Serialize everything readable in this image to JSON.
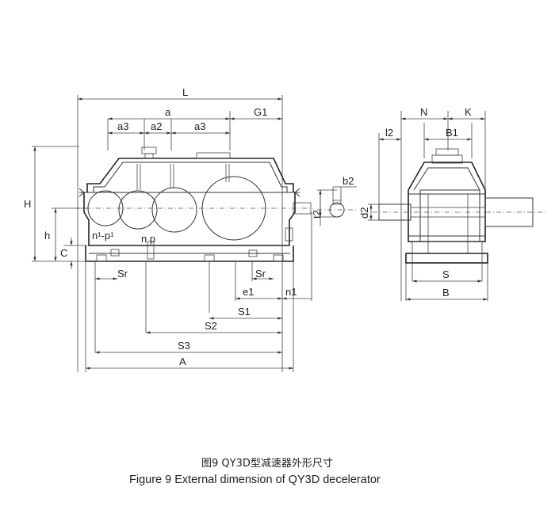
{
  "labels": {
    "L": "L",
    "a": "a",
    "a3_left": "a3",
    "a2": "a2",
    "a3_right": "a3",
    "G1": "G1",
    "H": "H",
    "h": "h",
    "C": "C",
    "n1_p1": "n¹-p¹",
    "n_p": "n p",
    "Sr_left": "Sr",
    "Sr_right": "Sr",
    "e1": "e1",
    "n1": "n1",
    "S1": "S1",
    "S2": "S2",
    "S3": "S3",
    "A": "A",
    "b2": "b2",
    "t2": "t2",
    "d2": "d2",
    "N": "N",
    "K": "K",
    "l2": "l2",
    "B1": "B1",
    "S": "S",
    "B": "B"
  },
  "caption": {
    "cn": "图9 QY3D型减速器外形尺寸",
    "en": "Figure 9 External dimension of QY3D decelerator"
  }
}
